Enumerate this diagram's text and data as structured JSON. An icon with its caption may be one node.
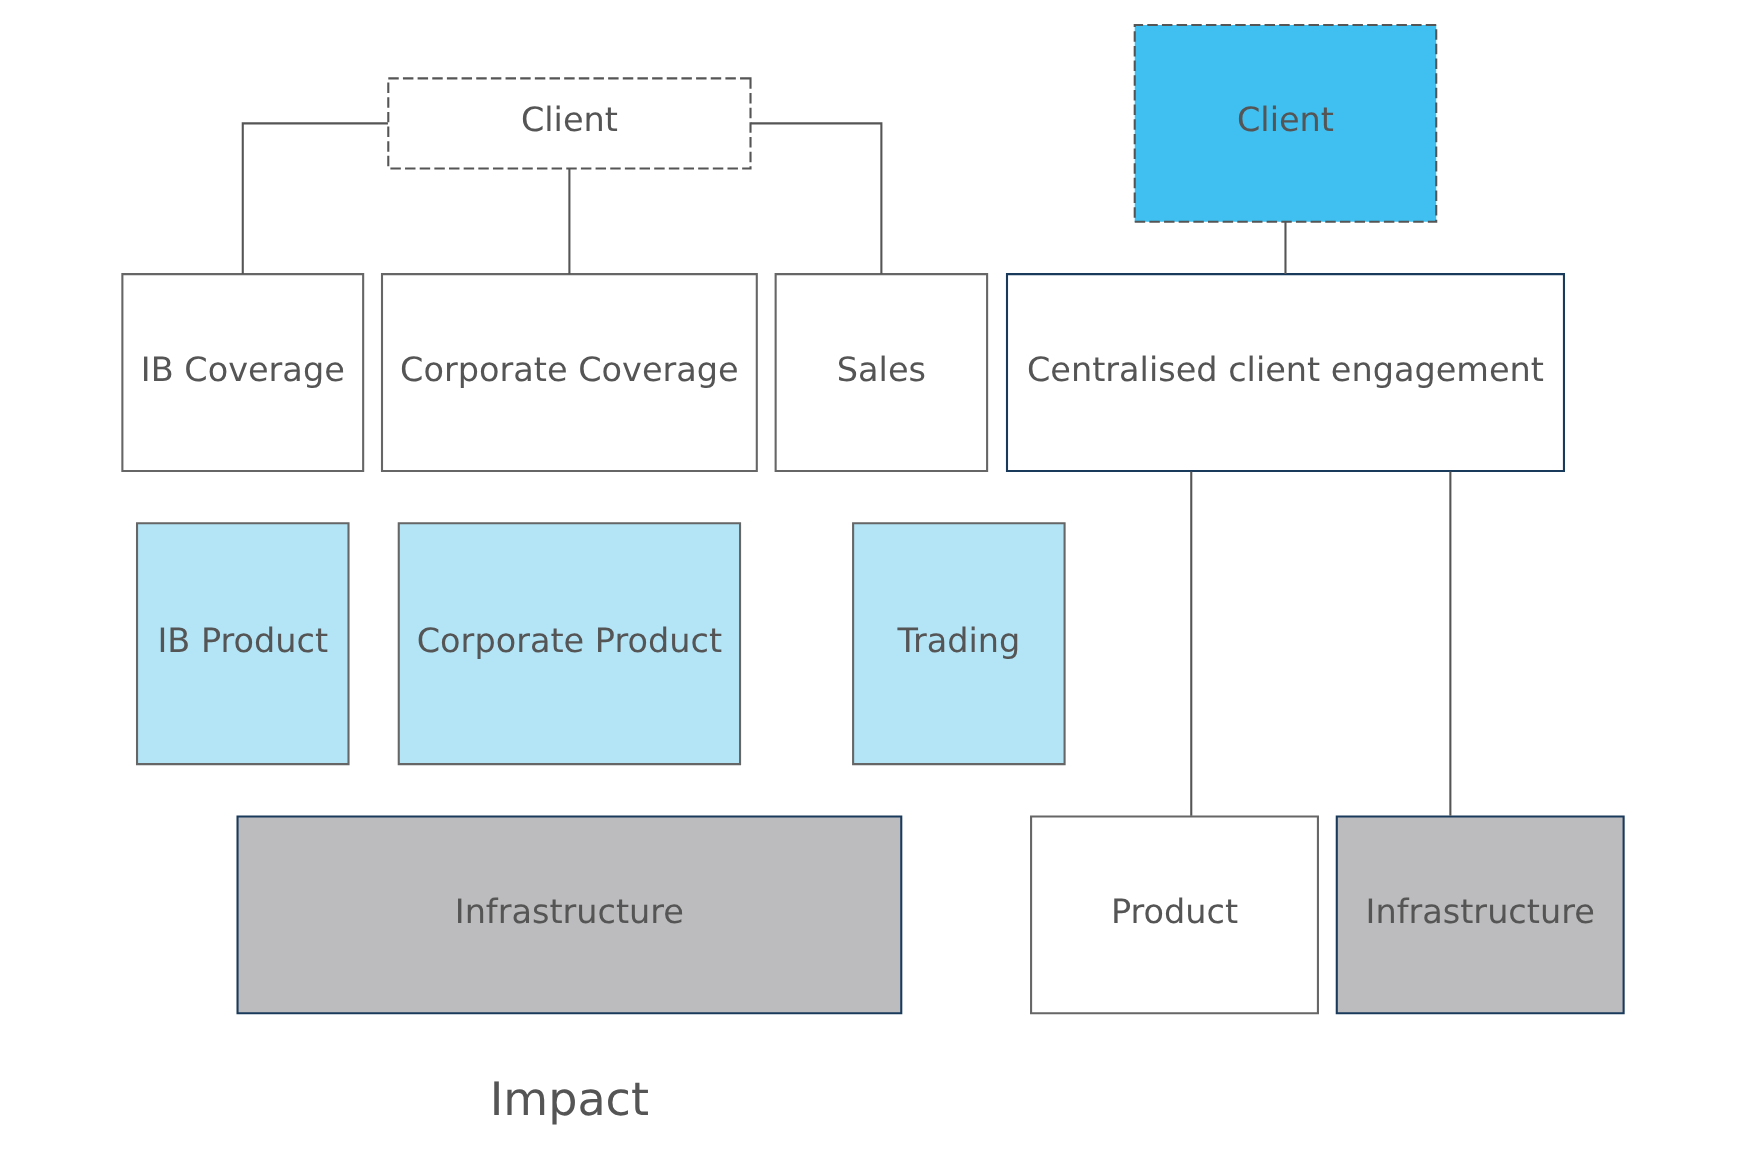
{
  "diagram": {
    "nodes": [
      {
        "text": [
          "Client"
        ]
      },
      {
        "text": [
          "IB Coverage"
        ]
      },
      {
        "text": [
          "Corporate Coverage"
        ]
      },
      {
        "text": [
          "Sales"
        ]
      },
      {
        "text": [
          "IB Product"
        ]
      },
      {
        "text": [
          "Corporate Product"
        ]
      },
      {
        "text": [
          "Trading"
        ]
      },
      {
        "text": [
          "Infrastructure"
        ]
      },
      {
        "text": [
          "Client"
        ]
      },
      {
        "text": [
          "Centralised client engagement"
        ]
      },
      {
        "text": [
          "Product"
        ]
      },
      {
        "text": [
          "Infrastructure"
        ]
      }
    ],
    "edges": [
      {
        "from": 0,
        "to": 1,
        "arrow": "none"
      },
      {
        "from": 0,
        "to": 2,
        "arrow": "none"
      },
      {
        "from": 0,
        "to": 3,
        "arrow": "none"
      },
      {
        "from": 8,
        "to": 9,
        "arrow": "none"
      },
      {
        "from": 9,
        "to": 10,
        "arrow": "none"
      },
      {
        "from": 9,
        "to": 11,
        "arrow": "none"
      }
    ],
    "labels": [
      "Impact"
    ]
  }
}
